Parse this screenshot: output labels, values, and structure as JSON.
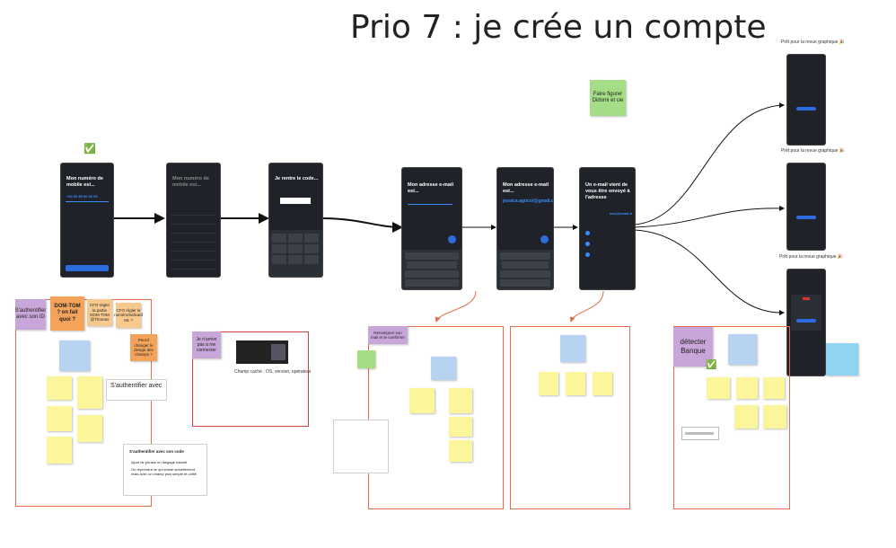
{
  "title": "Prio 7 : je crée un compte",
  "ready_label": "Prêt pour la revue graphique 🎉",
  "ready_label_3": "Prêt pour la revue graphique 🎉",
  "checkmark": "✅",
  "phones": {
    "p1": {
      "heading": "Mon numéro de mobile est...",
      "number": "+33  06 59 00 00 05"
    },
    "p2": {
      "heading": "Mon numéro de mobile est..."
    },
    "p3": {
      "heading": "Je rentre le code..."
    },
    "p4": {
      "heading": "Mon adresse e-mail est..."
    },
    "p5": {
      "heading": "Mon adresse e-mail est...",
      "email": "jessica.agricol@gmail.com"
    },
    "p6": {
      "heading": "Un e-mail vient de vous être envoyé à l'adresse",
      "email": "moi@email.fr"
    }
  },
  "stickies": {
    "faire_figurer": "Faire figurer Didomi et cie",
    "s_authentifier": "S'authentifier avec son ID",
    "dom_tom": "DOM-TOM ? on fait quoi ?",
    "cfo_regler": "CFO régler la partie DOM TOM @Thomas",
    "cfo_regler2": "CFO régler le numéro/indicatif etc ?",
    "peut_changer": "Peut-il changer le design des champs ?",
    "je_nai": "Je n'arrive pas à me connecter",
    "renseigner": "Renseigner son mail et le confirmer",
    "detecter": "détecter Banque",
    "champ_cache": "Champ caché : OS, version, opérateur"
  },
  "s_auth_input": "S'authentifier avec",
  "note_code": {
    "heading": "S'authentifier avec son code",
    "item1": "Ajout de phrase en langage naturel",
    "item2": "On reprendra ce qui existe actuellement mais avec un champ plus simple et unifié"
  }
}
